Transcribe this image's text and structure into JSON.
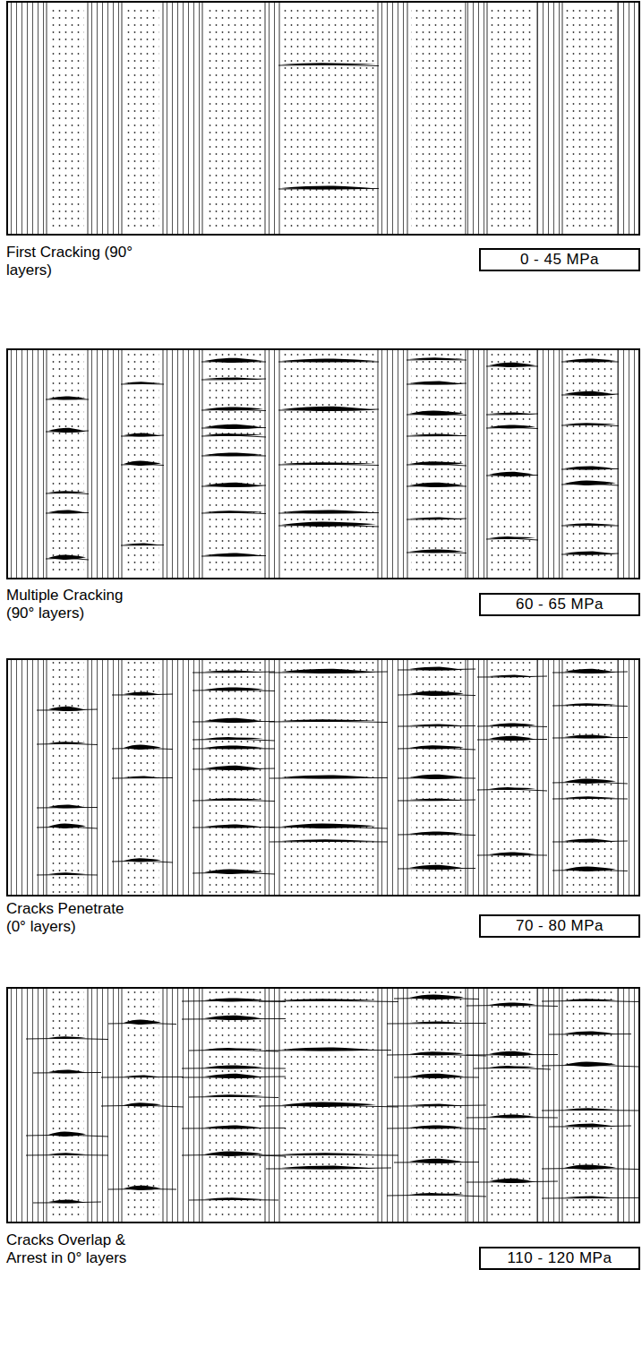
{
  "diagram": {
    "nodes": [
      {
        "text": [
          "0 - 45 MPa"
        ]
      },
      {
        "text": [
          "60 - 65 MPa"
        ]
      },
      {
        "text": [
          "70 - 80 MPa"
        ]
      },
      {
        "text": [
          "110 - 120 MPa"
        ]
      }
    ],
    "labels": [
      "First Cracking (90° layers)",
      "Multiple Cracking (90° layers)",
      "Cracks Penetrate (0° layers)",
      "Cracks Overlap & Arrest in 0° layers"
    ]
  }
}
